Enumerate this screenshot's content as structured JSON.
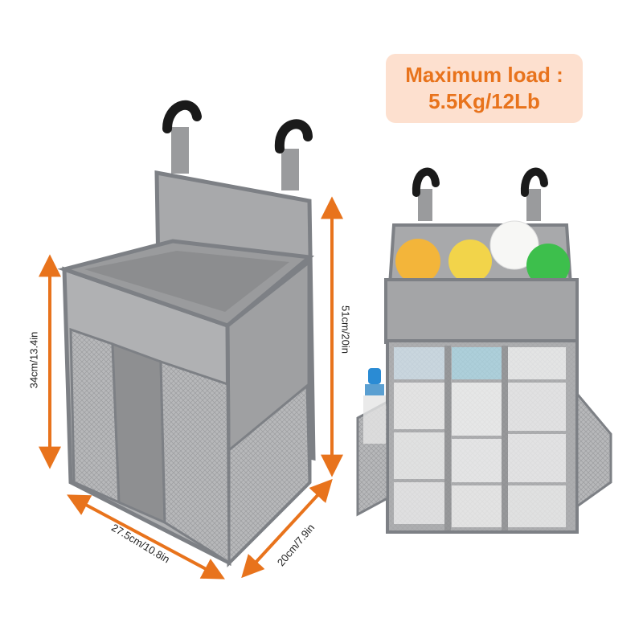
{
  "badge": {
    "line1": "Maximum load :",
    "line2": "5.5Kg/12Lb"
  },
  "dimensions": {
    "height": "34cm/13.4in",
    "total_height": "51cm/20in",
    "width": "27.5cm/10.8in",
    "depth": "20cm/7.9in"
  },
  "colors": {
    "accent": "#e8731c",
    "badge_bg": "#fde0cf",
    "fabric": "#a3a4a6",
    "trim": "#7d8085"
  }
}
